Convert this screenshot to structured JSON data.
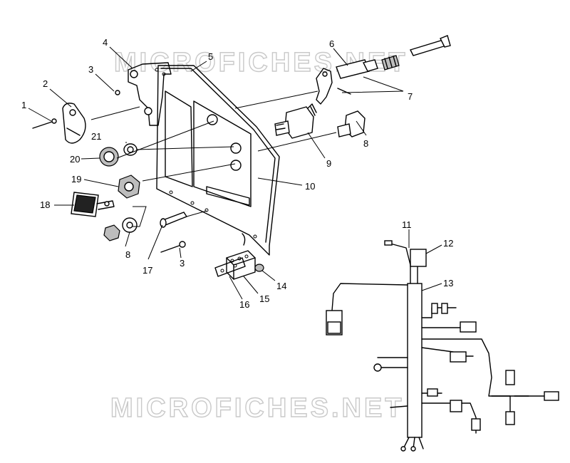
{
  "watermark": {
    "text": "MICROFICHES.NET"
  },
  "callouts": {
    "c1": "1",
    "c2": "2",
    "c3a": "3",
    "c3b": "3",
    "c4": "4",
    "c5": "5",
    "c6": "6",
    "c7": "7",
    "c8a": "8",
    "c8b": "8",
    "c9": "9",
    "c10": "10",
    "c11": "11",
    "c12": "12",
    "c13": "13",
    "c14": "14",
    "c15": "15",
    "c16": "16",
    "c17": "17",
    "c18": "18",
    "c19": "19",
    "c20": "20",
    "c21": "21"
  }
}
